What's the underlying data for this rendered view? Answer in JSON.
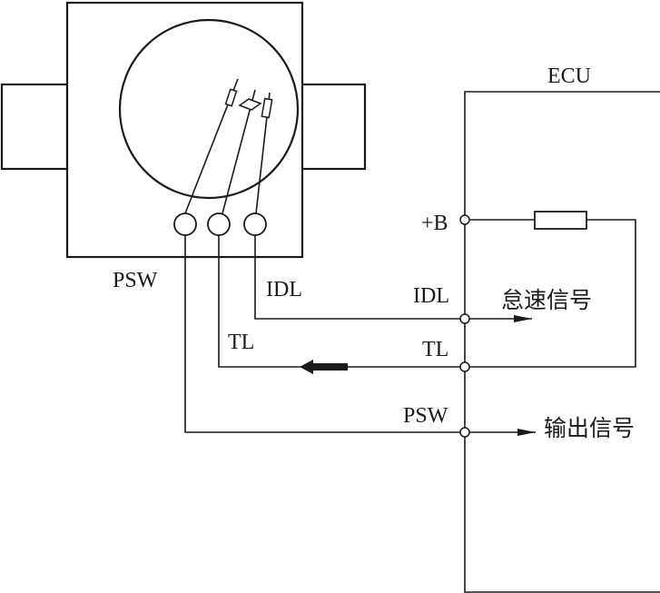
{
  "labels": {
    "ecu": "ECU",
    "psw_sensor": "PSW",
    "idl_sensor": "IDL",
    "tl_sensor": "TL",
    "plus_b": "+B",
    "idl_ecu": "IDL",
    "tl_ecu": "TL",
    "psw_ecu": "PSW",
    "idle_signal": "怠速信号",
    "output_signal": "输出信号"
  }
}
